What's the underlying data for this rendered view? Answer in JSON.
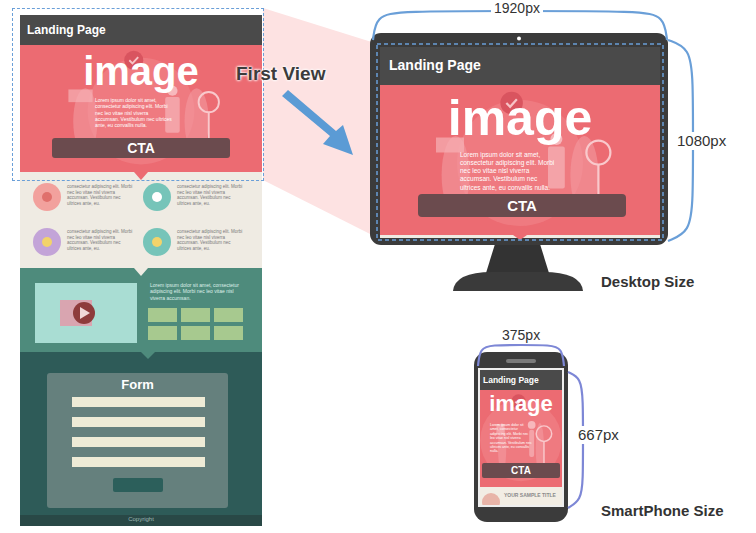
{
  "diagram": {
    "nodes": [
      {
        "text": [
          "Landing Page"
        ]
      },
      {
        "text": [
          "image",
          "Lorem ipsum dolor sit amet, consectetur adipiscing elit. Morbi nec leo vitae nisl viverra accumsan. Vestibulum nec ultrices ante, eu convallis nulla."
        ]
      },
      {
        "text": [
          "CTA"
        ],
        "in": 1
      },
      {
        "text": [
          "consectetur adipiscing elit. Morbi nec leo vitae nisl viverra accumsan. Vestibulum nec ultrices ante, eu.",
          "consectetur adipiscing elit. Morbi nec leo vitae nisl viverra accumsan. Vestibulum nec ultrices ante, eu.",
          "consectetur adipiscing elit. Morbi nec leo vitae nisl viverra accumsan. Vestibulum nec ultrices ante, eu.",
          "consectetur adipiscing elit. Morbi nec leo vitae nisl viverra accumsan. Vestibulum nec ultrices ante, eu."
        ]
      },
      {
        "text": [
          "Lorem ipsum dolor sit amet, consectetur adipiscing elit. Morbi nec leo vitae nisl viverra accumsan."
        ]
      },
      {
        "text": [
          "Form"
        ]
      },
      {
        "text": [
          "Copyright"
        ]
      },
      {
        "text": [
          "Landing Page"
        ]
      },
      {
        "text": [
          "image",
          "Lorem ipsum dolor sit amet, consectetur adipiscing elit. Morbi nec leo vitae nisl viverra accumsan. Vestibulum nec ultrices ante, eu convallis nulla."
        ]
      },
      {
        "text": [
          "CTA"
        ],
        "in": 8
      },
      {
        "text": [
          "Landing Page"
        ]
      },
      {
        "text": [
          "image",
          "Lorem ipsum dolor sit amet, consectetur adipiscing elit. Morbi nec leo vitae nisl viverra accumsan. Vestibulum nec ultrices ante, eu convallis nulla."
        ]
      },
      {
        "text": [
          "CTA"
        ],
        "in": 11
      },
      {
        "text": [
          "YOUR SAMPLE TITLE"
        ]
      }
    ],
    "labels": [
      "First View",
      "1920px",
      "1080px",
      "375px",
      "667px",
      "Desktop Size",
      "SmartPhone Size"
    ]
  }
}
